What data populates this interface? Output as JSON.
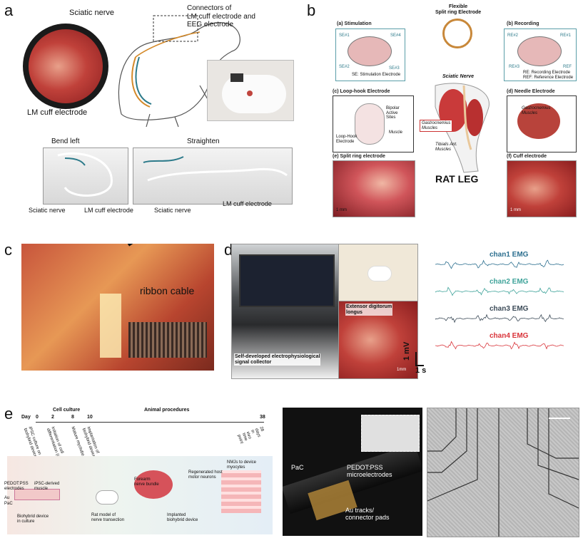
{
  "panels": {
    "a": {
      "label": "a",
      "sciatic_nerve_top": "Sciatic nerve",
      "connectors": "Connectors of\nLM cuff electrode and\nEEG electrode",
      "lm_cuff_electrode_left": "LM cuff electrode",
      "bend_left": "Bend left",
      "straighten": "Straighten",
      "sciatic_nerve_bl": "Sciatic nerve",
      "lm_cuff_bl": "LM cuff electrode",
      "sciatic_nerve_br": "Sciatic nerve",
      "lm_cuff_br": "LM cuff electrode"
    },
    "b": {
      "label": "b",
      "title": "Flexible\nSplit ring Electrode",
      "stimulation": "(a) Stimulation",
      "recording": "(b) Recording",
      "se1": "SE#1",
      "se2": "SE#2",
      "se3": "SE#3",
      "se4": "SE#4",
      "se_legend": "SE: Stimulation Electrode",
      "re1": "RE#1",
      "re2": "RE#2",
      "re3": "RE#3",
      "ref": "REF",
      "re_legend": "RE: Recording Electrode\nREF: Reference Electrode",
      "sciatic_nerve": "Sciatic Nerve",
      "loop_hook": "(c) Loop-hook Electrode",
      "bipolar": "Bipolar\nActive\nSites",
      "muscle": "Muscle",
      "loop_hook_lbl": "Loop-Hook\nElectrode",
      "needle": "(d) Needle Electrode",
      "gastrocnemius_d": "Gastrocnemius\nMuscles",
      "gastrocnemius": "Gastrocnemius\nMuscles",
      "tibialis": "Tibialis Ant.\nMuscles",
      "split_ring": "(e) Split ring electrode",
      "scale_e": "1 mm",
      "cuff": "(f) Cuff electrode",
      "scale_f": "1 mm",
      "rat_leg": "RAT LEG"
    },
    "c": {
      "label": "c",
      "ribbon_cable": "ribbon cable"
    },
    "d": {
      "label": "d",
      "extensor": "Extensor digitorum\nlongus",
      "collector": "Self-developed electrophysiological\nsignal collector",
      "scale_mm": "1mm",
      "scale_mv": "1 mV",
      "scale_s": "1 s",
      "channels": [
        {
          "name": "chan1 EMG",
          "color": "#2c6f8f"
        },
        {
          "name": "chan2 EMG",
          "color": "#3fa39a"
        },
        {
          "name": "chan3 EMG",
          "color": "#3b4a57"
        },
        {
          "name": "chan4 EMG",
          "color": "#d9343a"
        }
      ]
    },
    "e": {
      "label": "e",
      "day": "Day",
      "days": [
        "0",
        "2",
        "8",
        "10",
        "38"
      ],
      "cell_culture": "Cell culture",
      "animal_procedures": "Animal procedures",
      "events": [
        "iPSC culture on\nbiohybrid device",
        "Initiation of cell\ndifferentiation (dox + RA)",
        "Mature myotube formation",
        "Implantation of\nbiohybrid device",
        "28 days in vivo\ntime point"
      ],
      "pedot_electrodes": "PEDOT:PSS\nelectrodes",
      "ipsc_muscle": "iPSC-derived\nmuscle",
      "au": "Au",
      "pac": "PaC",
      "biohybrid_culture": "Biohybrid device\nin culture",
      "rat_model": "Rat model of\nnerve transection",
      "forearm": "Forearm\nnerve bundle",
      "implanted": "Implanted\nbiohybrid device",
      "regenerated": "Regenerated host\nmotor neurons",
      "nmjs": "NMJs to device\nmyocytes",
      "photo_pac": "PaC",
      "photo_pedot": "PEDOT:PSS\nmicroelectrodes",
      "photo_au": "Au tracks/\nconnector pads"
    }
  }
}
